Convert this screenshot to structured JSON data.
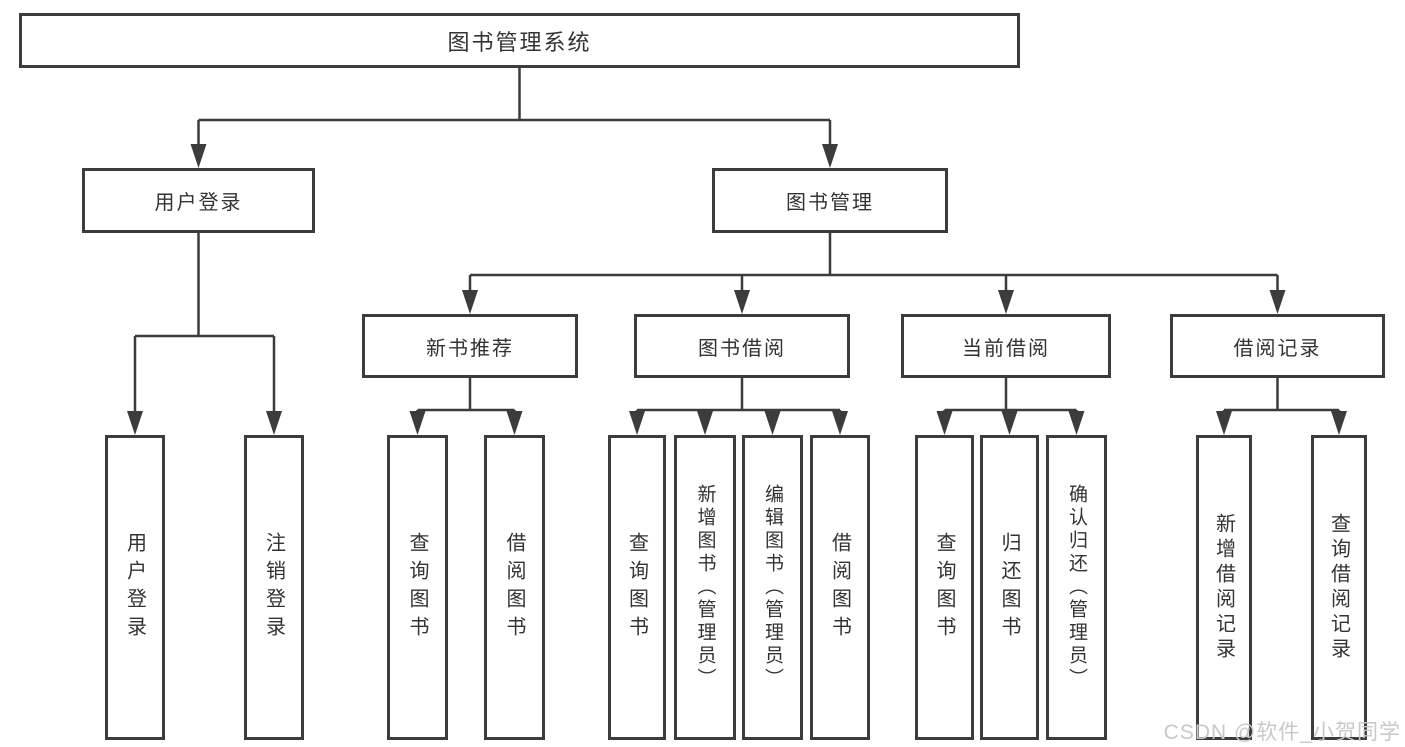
{
  "diagram": {
    "watermark": "CSDN @软件_小贺同学",
    "colors": {
      "line": "#3c3c3c",
      "box_border": "#3c3c3c",
      "text": "#333333",
      "watermark": "#c8c8c8",
      "background": "#ffffff"
    },
    "tree": {
      "label": "图书管理系统",
      "children": [
        {
          "label": "用户登录",
          "children": [
            {
              "label": "用户登录"
            },
            {
              "label": "注销登录"
            }
          ]
        },
        {
          "label": "图书管理",
          "children": [
            {
              "label": "新书推荐",
              "children": [
                {
                  "label": "查询图书"
                },
                {
                  "label": "借阅图书"
                }
              ]
            },
            {
              "label": "图书借阅",
              "children": [
                {
                  "label": "查询图书"
                },
                {
                  "label": "新增图书（管理员）"
                },
                {
                  "label": "编辑图书（管理员）"
                },
                {
                  "label": "借阅图书"
                }
              ]
            },
            {
              "label": "当前借阅",
              "children": [
                {
                  "label": "查询图书"
                },
                {
                  "label": "归还图书"
                },
                {
                  "label": "确认归还（管理员）"
                }
              ]
            },
            {
              "label": "借阅记录",
              "children": [
                {
                  "label": "新增借阅记录"
                },
                {
                  "label": "查询借阅记录"
                }
              ]
            }
          ]
        }
      ]
    }
  }
}
